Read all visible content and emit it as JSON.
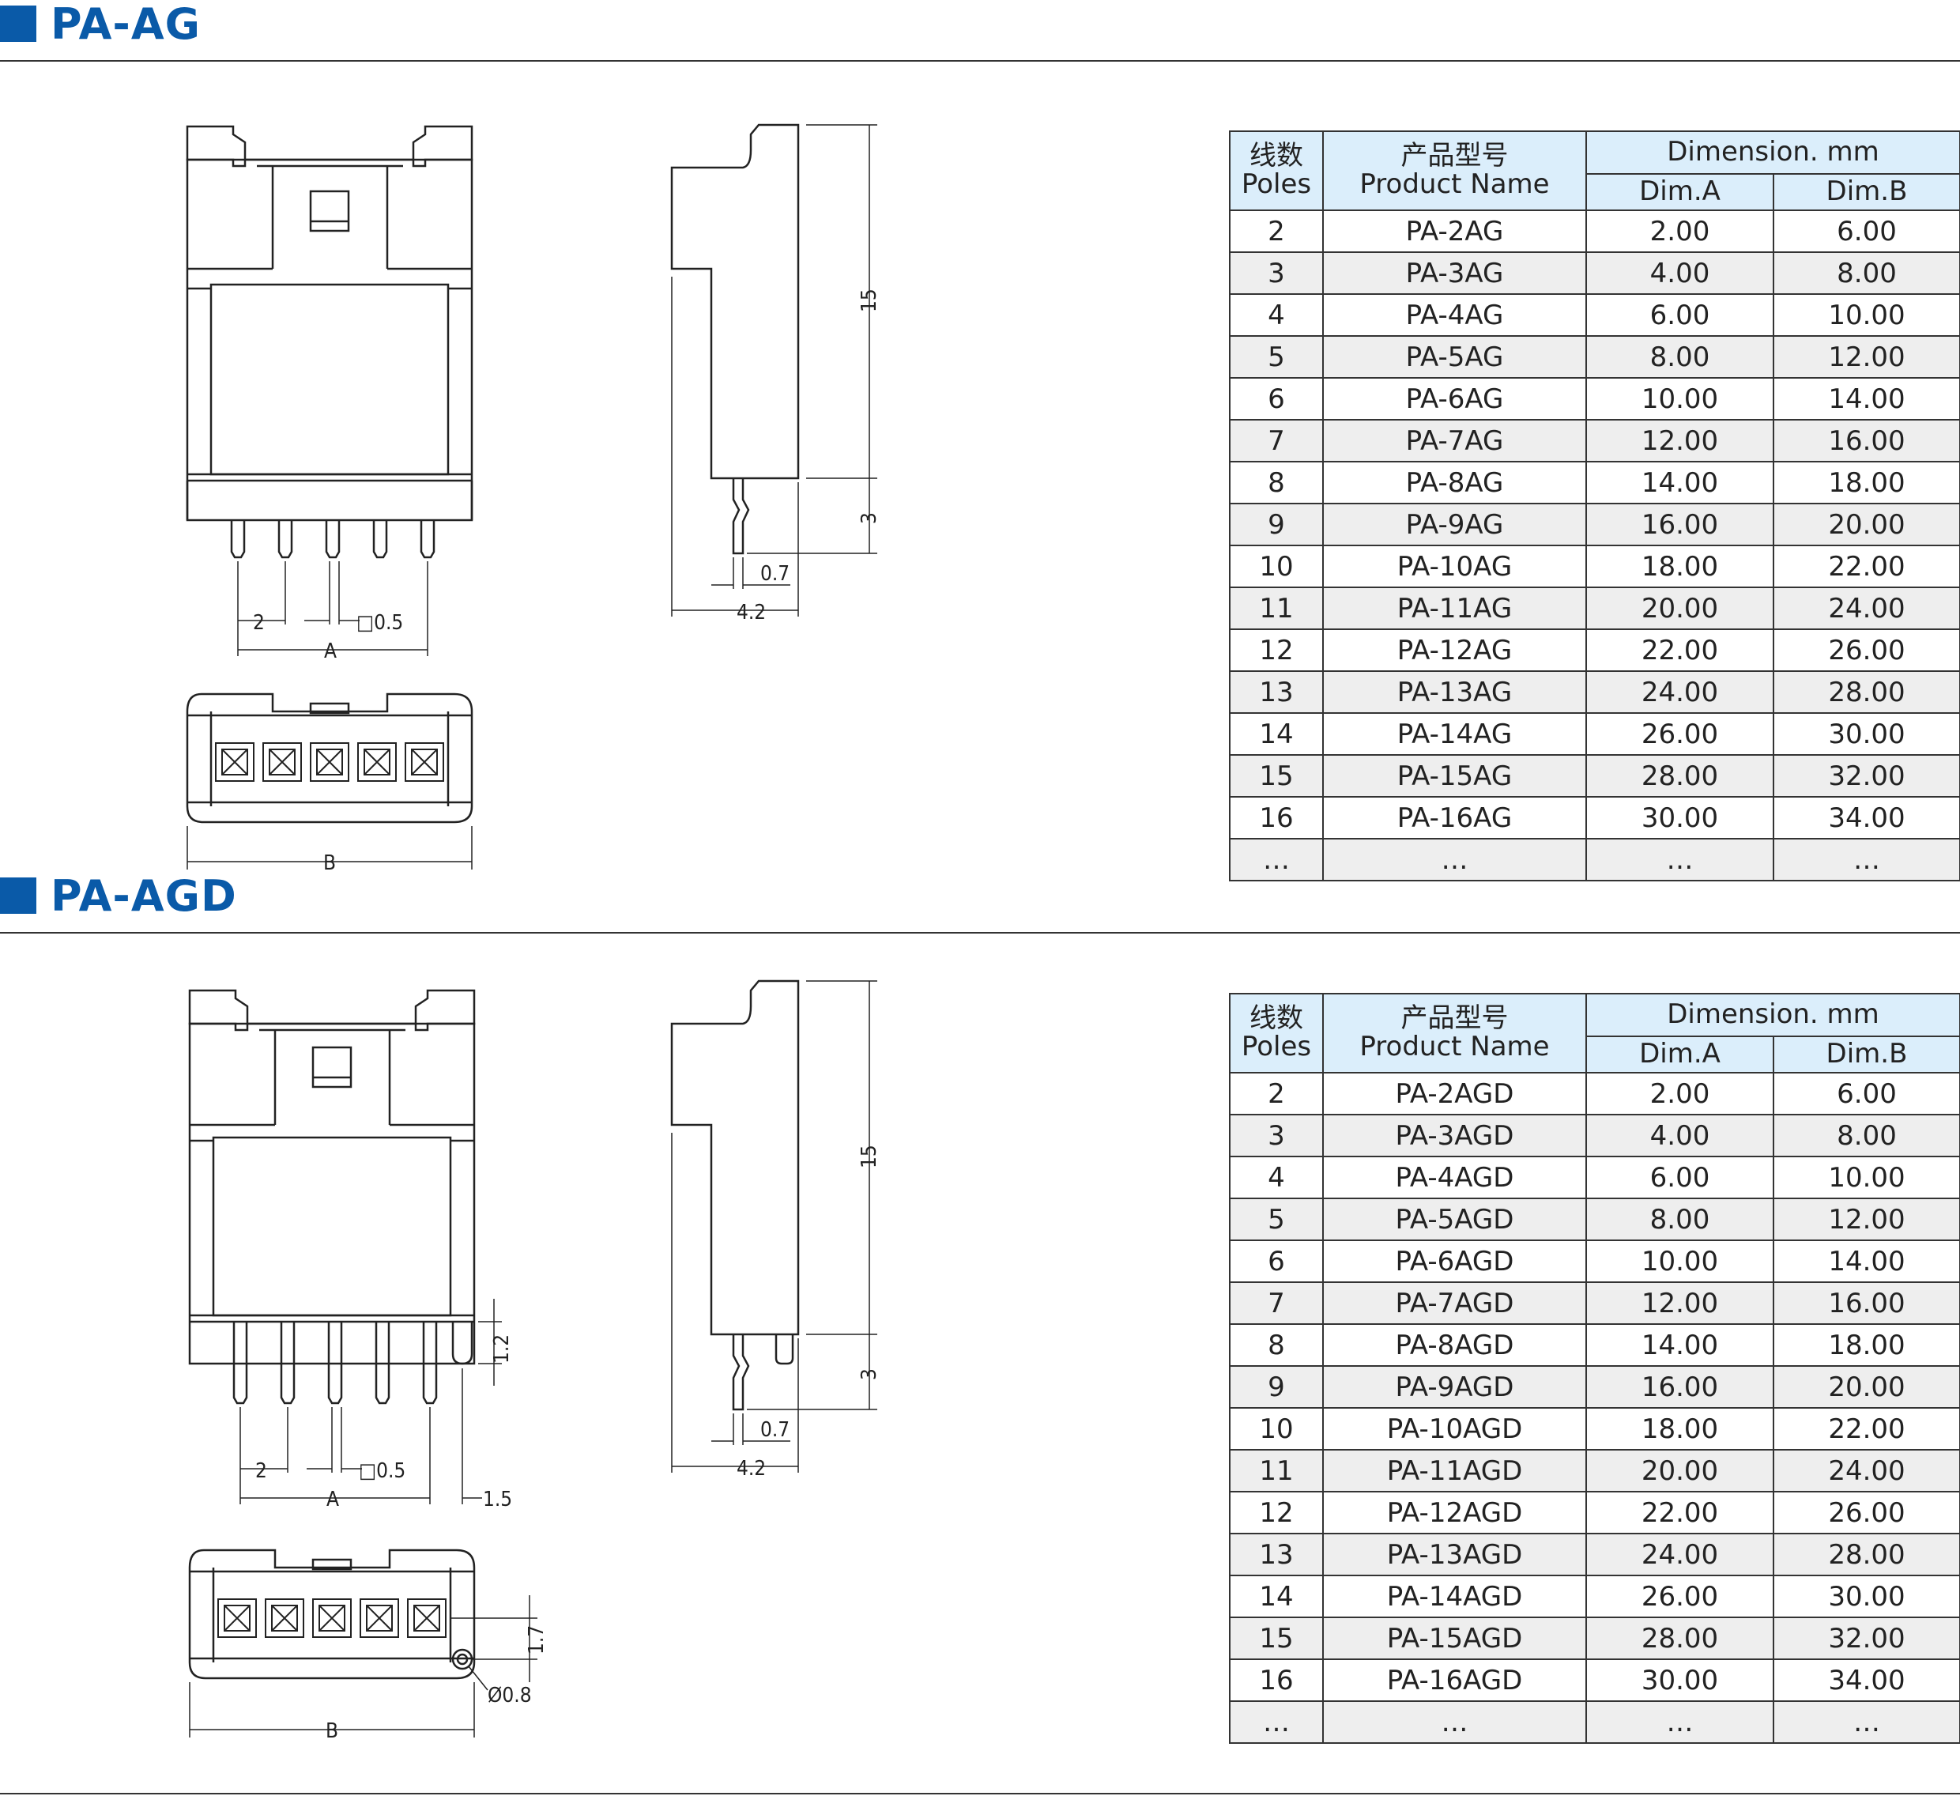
{
  "sections": [
    {
      "title": "PA-AG",
      "table": {
        "headers": {
          "poles_cn": "线数",
          "poles_en": "Poles",
          "name_cn": "产品型号",
          "name_en": "Product Name",
          "dimension": "Dimension. mm",
          "dim_a": "Dim.A",
          "dim_b": "Dim.B"
        },
        "rows": [
          [
            "2",
            "PA-2AG",
            "2.00",
            "6.00"
          ],
          [
            "3",
            "PA-3AG",
            "4.00",
            "8.00"
          ],
          [
            "4",
            "PA-4AG",
            "6.00",
            "10.00"
          ],
          [
            "5",
            "PA-5AG",
            "8.00",
            "12.00"
          ],
          [
            "6",
            "PA-6AG",
            "10.00",
            "14.00"
          ],
          [
            "7",
            "PA-7AG",
            "12.00",
            "16.00"
          ],
          [
            "8",
            "PA-8AG",
            "14.00",
            "18.00"
          ],
          [
            "9",
            "PA-9AG",
            "16.00",
            "20.00"
          ],
          [
            "10",
            "PA-10AG",
            "18.00",
            "22.00"
          ],
          [
            "11",
            "PA-11AG",
            "20.00",
            "24.00"
          ],
          [
            "12",
            "PA-12AG",
            "22.00",
            "26.00"
          ],
          [
            "13",
            "PA-13AG",
            "24.00",
            "28.00"
          ],
          [
            "14",
            "PA-14AG",
            "26.00",
            "30.00"
          ],
          [
            "15",
            "PA-15AG",
            "28.00",
            "32.00"
          ],
          [
            "16",
            "PA-16AG",
            "30.00",
            "34.00"
          ],
          [
            "…",
            "…",
            "…",
            "…"
          ]
        ]
      },
      "drawing_labels": {
        "pitch": "2",
        "pin_square": "□0.5",
        "dim_a": "A",
        "dim_b": "B",
        "height": "15",
        "pin_length": "3",
        "pin_offset": "0.7",
        "depth": "4.2"
      }
    },
    {
      "title": "PA-AGD",
      "table": {
        "headers": {
          "poles_cn": "线数",
          "poles_en": "Poles",
          "name_cn": "产品型号",
          "name_en": "Product Name",
          "dimension": "Dimension. mm",
          "dim_a": "Dim.A",
          "dim_b": "Dim.B"
        },
        "rows": [
          [
            "2",
            "PA-2AGD",
            "2.00",
            "6.00"
          ],
          [
            "3",
            "PA-3AGD",
            "4.00",
            "8.00"
          ],
          [
            "4",
            "PA-4AGD",
            "6.00",
            "10.00"
          ],
          [
            "5",
            "PA-5AGD",
            "8.00",
            "12.00"
          ],
          [
            "6",
            "PA-6AGD",
            "10.00",
            "14.00"
          ],
          [
            "7",
            "PA-7AGD",
            "12.00",
            "16.00"
          ],
          [
            "8",
            "PA-8AGD",
            "14.00",
            "18.00"
          ],
          [
            "9",
            "PA-9AGD",
            "16.00",
            "20.00"
          ],
          [
            "10",
            "PA-10AGD",
            "18.00",
            "22.00"
          ],
          [
            "11",
            "PA-11AGD",
            "20.00",
            "24.00"
          ],
          [
            "12",
            "PA-12AGD",
            "22.00",
            "26.00"
          ],
          [
            "13",
            "PA-13AGD",
            "24.00",
            "28.00"
          ],
          [
            "14",
            "PA-14AGD",
            "26.00",
            "30.00"
          ],
          [
            "15",
            "PA-15AGD",
            "28.00",
            "32.00"
          ],
          [
            "16",
            "PA-16AGD",
            "30.00",
            "34.00"
          ],
          [
            "…",
            "…",
            "…",
            "…"
          ]
        ]
      },
      "drawing_labels": {
        "pitch": "2",
        "pin_square": "□0.5",
        "dim_a": "A",
        "dim_b": "B",
        "height": "15",
        "pin_length": "3",
        "pin_offset": "0.7",
        "depth": "4.2",
        "peg_length": "1.2",
        "peg_offset": "1.5",
        "hole_offset": "1.7",
        "hole_dia": "Ø0.8"
      }
    }
  ],
  "colors": {
    "accent": "#0a5aa8",
    "header_fill": "#dbeefb",
    "row_alt": "#eeeeee",
    "line": "#333333"
  }
}
